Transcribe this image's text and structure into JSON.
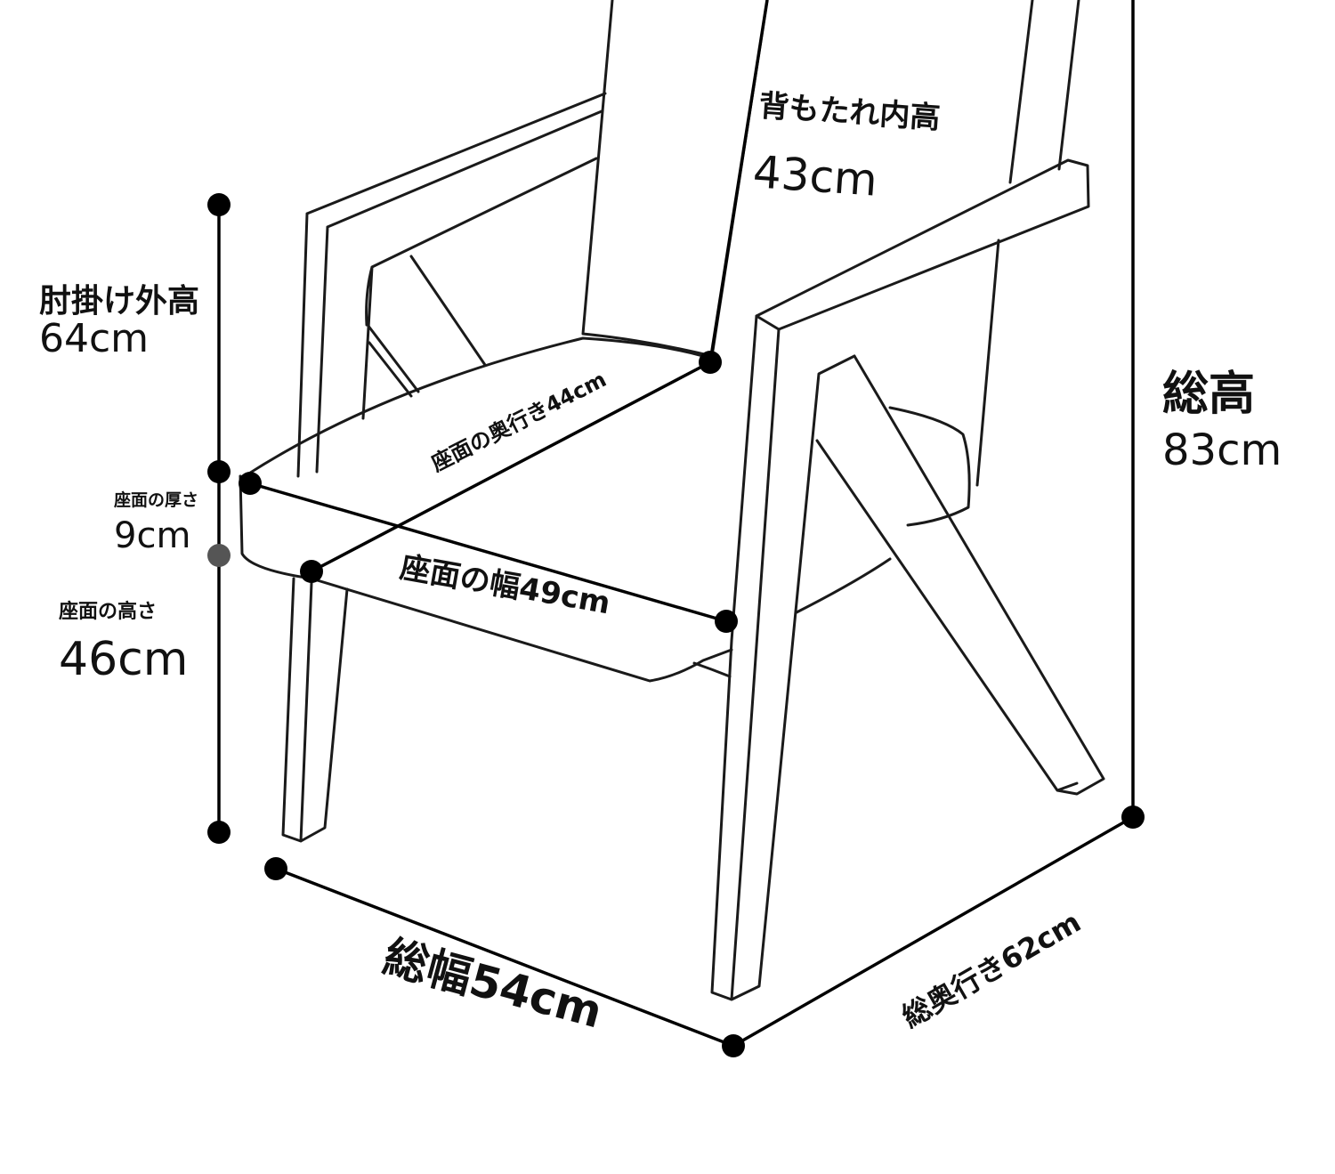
{
  "labels": {
    "backrest_height": {
      "name": "背もたれ内高",
      "value": "43cm"
    },
    "armrest_height": {
      "name": "肘掛け外高",
      "value": "64cm"
    },
    "total_height": {
      "name": "総高",
      "value": "83cm"
    },
    "seat_depth": "座面の奥行き44cm",
    "seat_thickness": {
      "name": "座面の厚さ",
      "value": "9cm"
    },
    "seat_width": "座面の幅49cm",
    "seat_height": {
      "name": "座面の高さ",
      "value": "46cm"
    },
    "total_width": "総幅54cm",
    "total_depth": "総奥行き62cm"
  }
}
